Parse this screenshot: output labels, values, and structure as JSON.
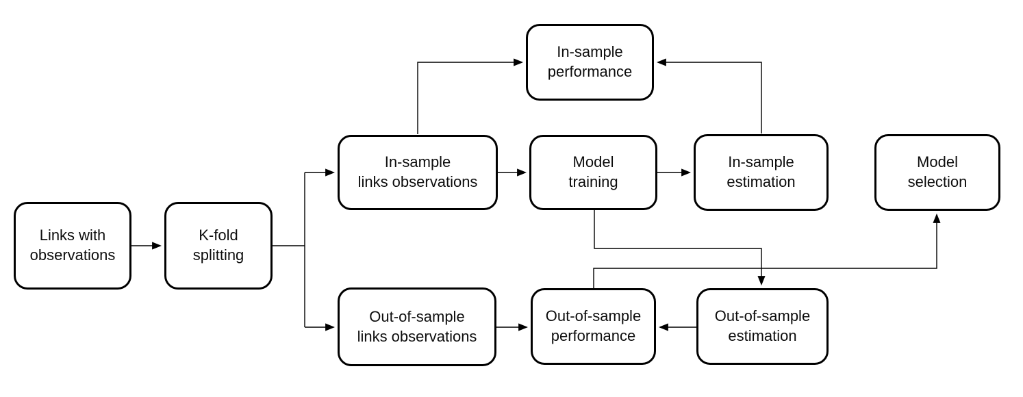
{
  "diagram": {
    "background_color": "#ffffff",
    "box_border_color": "#000000",
    "connector_color": "#000000",
    "text_color": "#0d0d0d",
    "nodes": [
      {
        "id": "links-with-observations",
        "line1": "Links with",
        "line2": "observations"
      },
      {
        "id": "k-fold-splitting",
        "line1": "K-fold",
        "line2": "splitting"
      },
      {
        "id": "in-sample-links-observations",
        "line1": "In-sample",
        "line2": "links observations"
      },
      {
        "id": "model-training",
        "line1": "Model",
        "line2": "training"
      },
      {
        "id": "in-sample-estimation",
        "line1": "In-sample",
        "line2": "estimation"
      },
      {
        "id": "model-selection",
        "line1": "Model",
        "line2": "selection"
      },
      {
        "id": "in-sample-performance",
        "line1": "In-sample",
        "line2": "performance"
      },
      {
        "id": "out-of-sample-links-observations",
        "line1": "Out-of-sample",
        "line2": "links observations"
      },
      {
        "id": "out-of-sample-performance",
        "line1": "Out-of-sample",
        "line2": "performance"
      },
      {
        "id": "out-of-sample-estimation",
        "line1": "Out-of-sample",
        "line2": "estimation"
      }
    ],
    "edges": [
      {
        "from": "links-with-observations",
        "to": "k-fold-splitting"
      },
      {
        "from": "k-fold-splitting",
        "to": "in-sample-links-observations"
      },
      {
        "from": "k-fold-splitting",
        "to": "out-of-sample-links-observations"
      },
      {
        "from": "in-sample-links-observations",
        "to": "in-sample-performance"
      },
      {
        "from": "in-sample-links-observations",
        "to": "model-training"
      },
      {
        "from": "model-training",
        "to": "in-sample-estimation"
      },
      {
        "from": "in-sample-estimation",
        "to": "in-sample-performance"
      },
      {
        "from": "model-training",
        "to": "out-of-sample-estimation"
      },
      {
        "from": "out-of-sample-links-observations",
        "to": "out-of-sample-performance"
      },
      {
        "from": "out-of-sample-estimation",
        "to": "out-of-sample-performance"
      },
      {
        "from": "out-of-sample-performance",
        "to": "model-selection"
      }
    ]
  }
}
